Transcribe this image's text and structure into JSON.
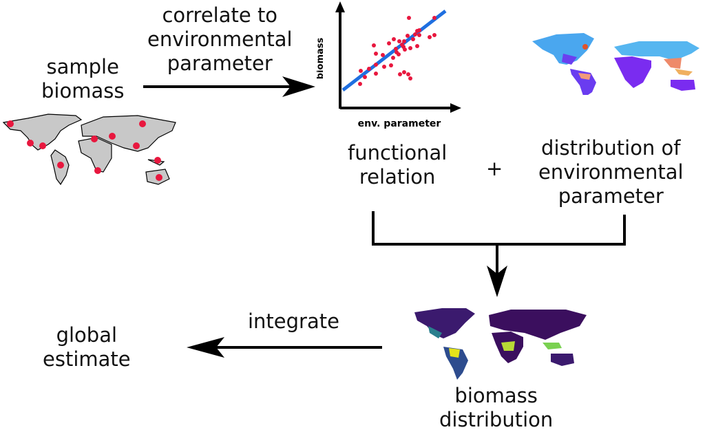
{
  "labels": {
    "sample_biomass": [
      "sample",
      "biomass"
    ],
    "correlate": [
      "correlate to",
      "environmental",
      "parameter"
    ],
    "functional_relation": [
      "functional",
      "relation"
    ],
    "plus": "+",
    "distribution_env": [
      "distribution of",
      "environmental",
      "parameter"
    ],
    "integrate": "integrate",
    "global_estimate": [
      "global",
      "estimate"
    ],
    "biomass_distribution": [
      "biomass",
      "distribution"
    ]
  },
  "scatter": {
    "xlabel": "env. parameter",
    "ylabel": "biomass",
    "point_color": "#e8173e",
    "line_color": "#1f6fe0"
  },
  "colors": {
    "sample_dot": "#e8173e",
    "land_gray": "#c8c8c8",
    "env_map_base": "#7a2cf0",
    "biomass_map_base": "#3b0f5e",
    "biomass_high": "#e4e21a"
  }
}
